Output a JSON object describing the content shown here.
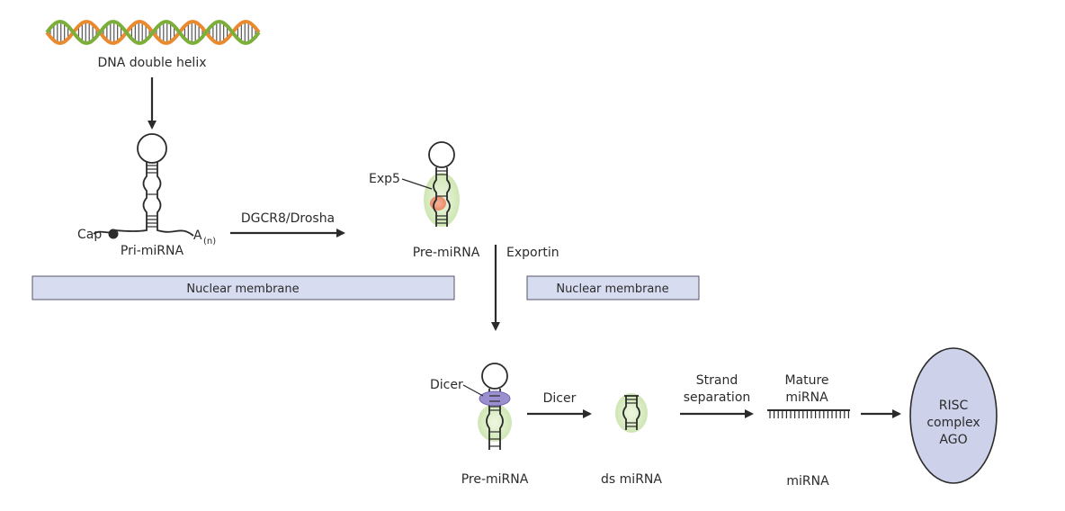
{
  "labels": {
    "dna": "DNA double helix",
    "cap": "Cap",
    "poly_a": "A",
    "poly_a_sub": "(n)",
    "pri_mirna": "Pri-miRNA",
    "dgcr8_drosha": "DGCR8/Drosha",
    "exp5": "Exp5",
    "pre_mirna_nuclear": "Pre-miRNA",
    "exportin": "Exportin",
    "nuclear_membrane_left": "Nuclear membrane",
    "nuclear_membrane_right": "Nuclear membrane",
    "dicer_label": "Dicer",
    "dicer_arrow": "Dicer",
    "pre_mirna_cyto": "Pre-miRNA",
    "ds_mirna": "ds miRNA",
    "strand": "Strand",
    "separation": "separation",
    "mature": "Mature",
    "mirna_top": "miRNA",
    "mirna_bottom": "miRNA",
    "risc": "RISC",
    "complex": "complex",
    "ago": "AGO"
  },
  "colors": {
    "membrane_fill": "#d8dcf0",
    "membrane_stroke": "#555566",
    "exportin_glow": "#d9ecc4",
    "drosha_spot": "#f3a98a",
    "dicer_ring": "#9b8fd0",
    "risc_fill": "#cdd1ea",
    "dna_strand_a": "#e98a2f",
    "dna_strand_b": "#7cae3a",
    "arrow": "#2b2b2b"
  }
}
